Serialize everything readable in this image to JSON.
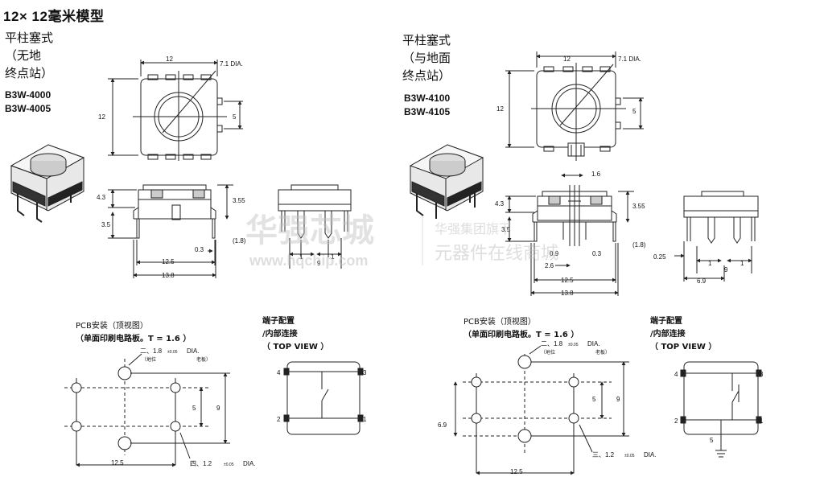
{
  "page_title": "12× 12毫米模型",
  "left": {
    "variant_l1": "平柱塞式",
    "variant_l2": "（无地",
    "variant_l3": "终点站）",
    "parts": [
      "B3W-4000",
      "B3W-4005"
    ],
    "pcb_title": "PCB安装（顶视图）",
    "pcb_sub": "（单面印刷电路板。T = 1.6 ）",
    "pin_title": "端子配置",
    "pin_sub": "/内部连接",
    "pin_view": "（ TOP VIEW ）",
    "dims": {
      "top_w": "12",
      "dia": "7.1 DIA.",
      "side_h": "12",
      "pitch5": "5",
      "h43": "4.3",
      "h35": "3.5",
      "h355": "3.55",
      "h18": "(1.8)",
      "h03": "0.3",
      "w125": "12.5",
      "w138": "13.8",
      "pin1a": "1",
      "pin1b": "1",
      "w9": "9"
    },
    "pcb_dims": {
      "hole_dia": "二、1.8",
      "hole_tol": "±0.05",
      "hole_unit": "DIA.",
      "note_a": "（地位",
      "note_b": "老板）",
      "v5": "5",
      "v9": "9",
      "w125": "12.5",
      "small_hole": "四、1.2",
      "small_tol": "±0.05",
      "small_unit": "DIA."
    },
    "pins": [
      "4",
      "3",
      "2",
      "1"
    ]
  },
  "right": {
    "variant_l1": "平柱塞式",
    "variant_l2": "（与地面",
    "variant_l3": "终点站）",
    "parts": [
      "B3W-4100",
      "B3W-4105"
    ],
    "pcb_title": "PCB安装（顶视图）",
    "pcb_sub": "（单面印刷电路板。T = 1.6 ）",
    "pin_title": "端子配置",
    "pin_sub": "/内部连接",
    "pin_view": "（ TOP VIEW ）",
    "dims": {
      "top_w": "12",
      "dia": "7.1 DIA.",
      "side_h": "12",
      "pitch5": "5",
      "h16": "1.6",
      "h43": "4.3",
      "h35": "3.5",
      "h355": "3.55",
      "h18": "(1.8)",
      "h09": "0.9",
      "h26": "2.6",
      "h03": "0.3",
      "w125": "12.5",
      "w138": "13.8",
      "h025": "0.25",
      "pin1a": "1",
      "pin1b": "1",
      "w9": "9",
      "w69": "6.9"
    },
    "pcb_dims": {
      "hole_dia": "二、1.8",
      "hole_tol": "±0.05",
      "hole_unit": "DIA.",
      "note_a": "（地位",
      "note_b": "老板）",
      "v5": "5",
      "v9": "9",
      "v69": "6.9",
      "w125": "12.5",
      "small_hole": "三、1.2",
      "small_tol": "±0.05",
      "small_unit": "DIA."
    },
    "pins": [
      "4",
      "3",
      "2",
      "1"
    ],
    "gnd": "5"
  },
  "watermark": {
    "brand_big": "华强芯城",
    "url": "www.hqchip.com",
    "brand_small": "华强集团旗下",
    "slogan": "元器件在线商城"
  }
}
